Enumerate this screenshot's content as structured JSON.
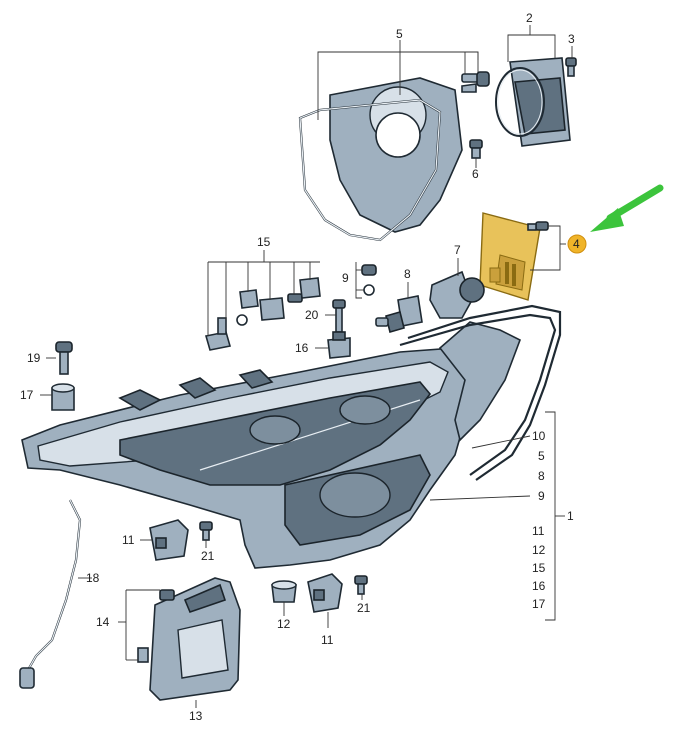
{
  "callouts": {
    "c1": "1",
    "c2": "2",
    "c3": "3",
    "c4": "4",
    "c5": "5",
    "c6": "6",
    "c7": "7",
    "c8": "8",
    "c9": "9",
    "c11a": "11",
    "c11b": "11",
    "c12": "12",
    "c13": "13",
    "c14": "14",
    "c15": "15",
    "c16": "16",
    "c17": "17",
    "c18": "18",
    "c19": "19",
    "c20": "20",
    "c21a": "21",
    "c21b": "21"
  },
  "assembly_list": [
    "10",
    "5",
    "8",
    "9",
    "11",
    "12",
    "15",
    "16",
    "17"
  ],
  "colors": {
    "highlight_part": "#e8c25a",
    "highlight_marker": "#f0b429",
    "pointer_arrow": "#3cc43c"
  },
  "icons": {
    "pointer": "green-arrow-icon"
  }
}
